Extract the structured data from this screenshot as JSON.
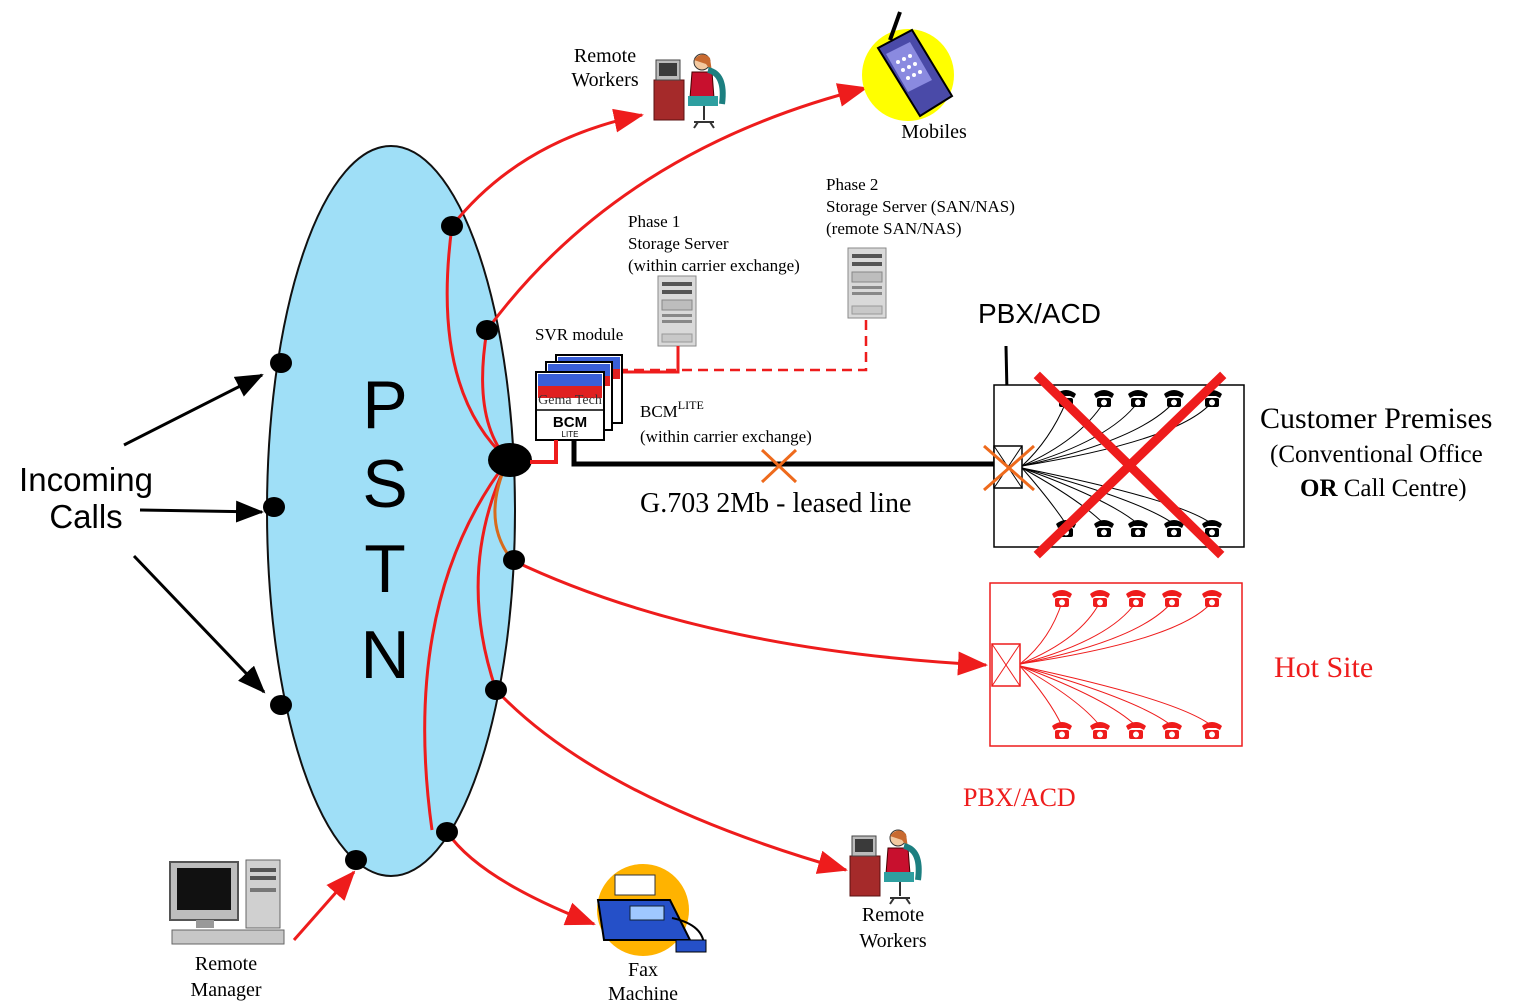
{
  "network": {
    "pstn_letters": [
      "P",
      "S",
      "T",
      "N"
    ]
  },
  "labels": {
    "incoming_calls": [
      "Incoming",
      "Calls"
    ],
    "remote_workers_top": [
      "Remote",
      "Workers"
    ],
    "mobiles": "Mobiles",
    "phase1": [
      "Phase 1",
      "Storage Server",
      "(within carrier exchange)"
    ],
    "phase2": [
      "Phase 2",
      "Storage Server (SAN/NAS)",
      "(remote SAN/NAS)"
    ],
    "svr_module": "SVR module",
    "bcm_box_brand": "Gema Tech",
    "bcm_box_label": "BCM",
    "bcm_box_sub": "LITE",
    "bcm_lite": {
      "main": "BCM",
      "sup": "LITE"
    },
    "bcm_lite_note": "(within carrier exchange)",
    "leased_line": "G.703 2Mb - leased line",
    "pbx_acd_top": "PBX/ACD",
    "customer_premises": [
      "Customer Premises",
      "(Conventional Office"
    ],
    "customer_premises_or": "OR",
    "customer_premises_rest": " Call Centre)",
    "hot_site": "Hot Site",
    "pbx_acd_bottom": "PBX/ACD",
    "remote_workers_bottom": [
      "Remote",
      "Workers"
    ],
    "fax_machine": [
      "Fax",
      "Machine"
    ],
    "remote_manager": [
      "Remote",
      "Manager"
    ]
  },
  "colors": {
    "pstn_fill": "#9fdff7",
    "link_red": "#ee1c1c",
    "hot_site_red": "#ee1c1c",
    "mobile_glow": "#ffff00",
    "fax_glow": "#ffb300",
    "black": "#000000"
  }
}
